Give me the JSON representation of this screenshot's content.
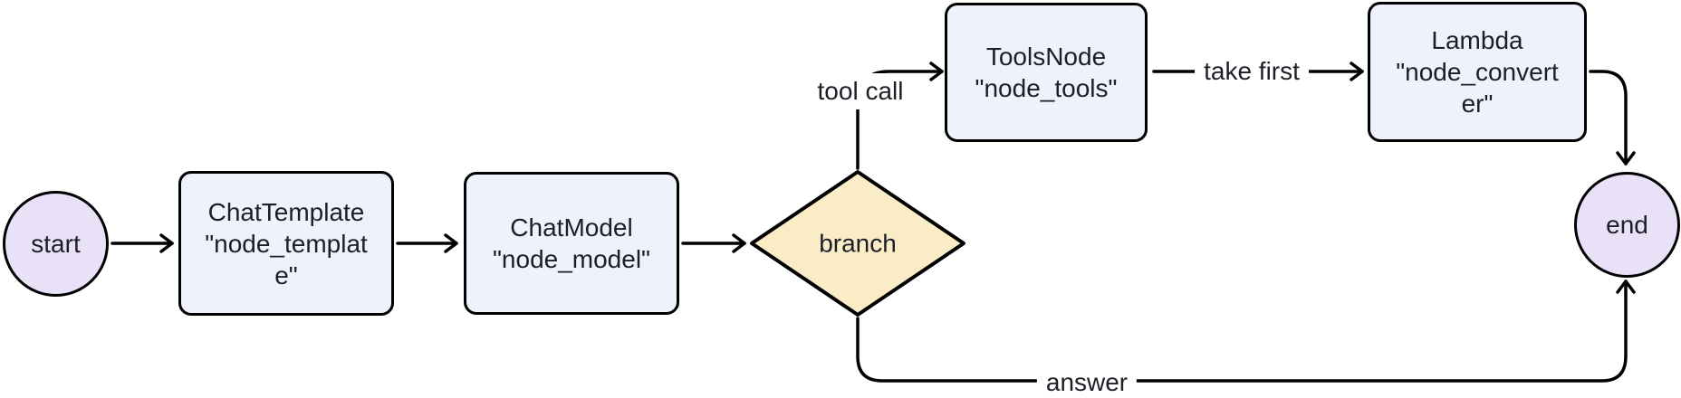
{
  "diagram": {
    "type": "flowchart",
    "direction": "left-to-right",
    "nodes": {
      "start": {
        "shape": "circle",
        "label": "start"
      },
      "template": {
        "shape": "rounded-rect",
        "lines": [
          "ChatTemplate",
          "\"node_templat",
          "e\""
        ]
      },
      "model": {
        "shape": "rounded-rect",
        "lines": [
          "ChatModel",
          "\"node_model\""
        ]
      },
      "branch": {
        "shape": "diamond",
        "label": "branch"
      },
      "tools": {
        "shape": "rounded-rect",
        "lines": [
          "ToolsNode",
          "\"node_tools\""
        ]
      },
      "converter": {
        "shape": "rounded-rect",
        "lines": [
          "Lambda",
          "\"node_convert",
          "er\""
        ]
      },
      "end": {
        "shape": "circle",
        "label": "end"
      }
    },
    "edge_labels": {
      "tool_call": "tool call",
      "take_first": "take first",
      "answer": "answer"
    },
    "colors": {
      "box_fill": "#edf2fb",
      "terminal_fill": "#e8e1f7",
      "decision_fill": "#faecc7",
      "stroke": "#000000",
      "text": "#1c1f26",
      "label_bg": "#ffffff",
      "background": "#ffffff"
    }
  }
}
